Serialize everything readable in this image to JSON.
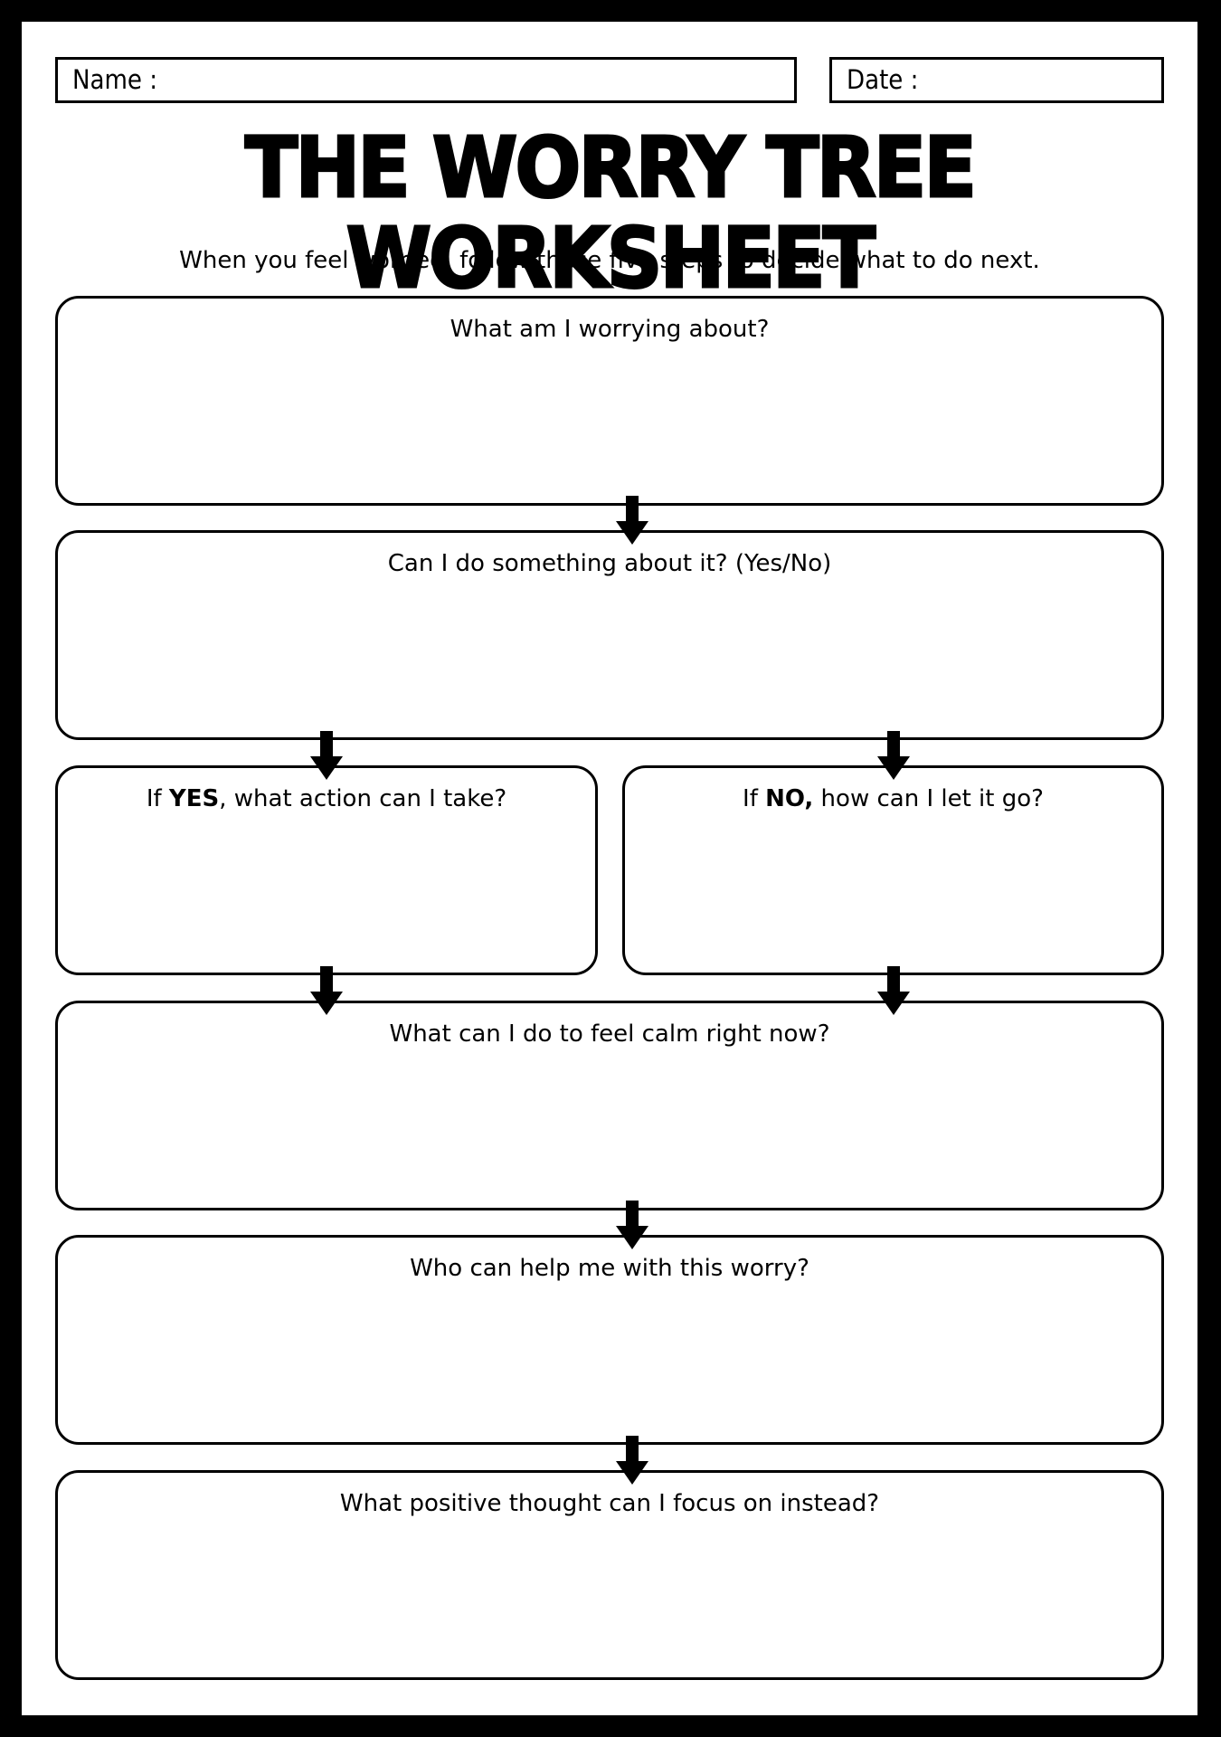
{
  "header": {
    "name_label": "Name :",
    "date_label": "Date :"
  },
  "title": "THE WORRY TREE WORKSHEET",
  "subtitle": "When you feel worried, follow these five steps to decide what to do next.",
  "steps": {
    "worry": "What am I worrying about?",
    "can_do": "Can I do something about it? (Yes/No)",
    "yes": {
      "prefix": "If ",
      "keyword": "YES",
      "rest": ", what action can I take?"
    },
    "no": {
      "prefix": "If ",
      "keyword": "NO,",
      "rest": " how can I let it go?"
    },
    "calm": "What can I do to feel calm right now?",
    "help": "Who can help me with this worry?",
    "positive": "What positive thought can I focus on instead?"
  },
  "arrow_icon": "arrow-down-icon"
}
